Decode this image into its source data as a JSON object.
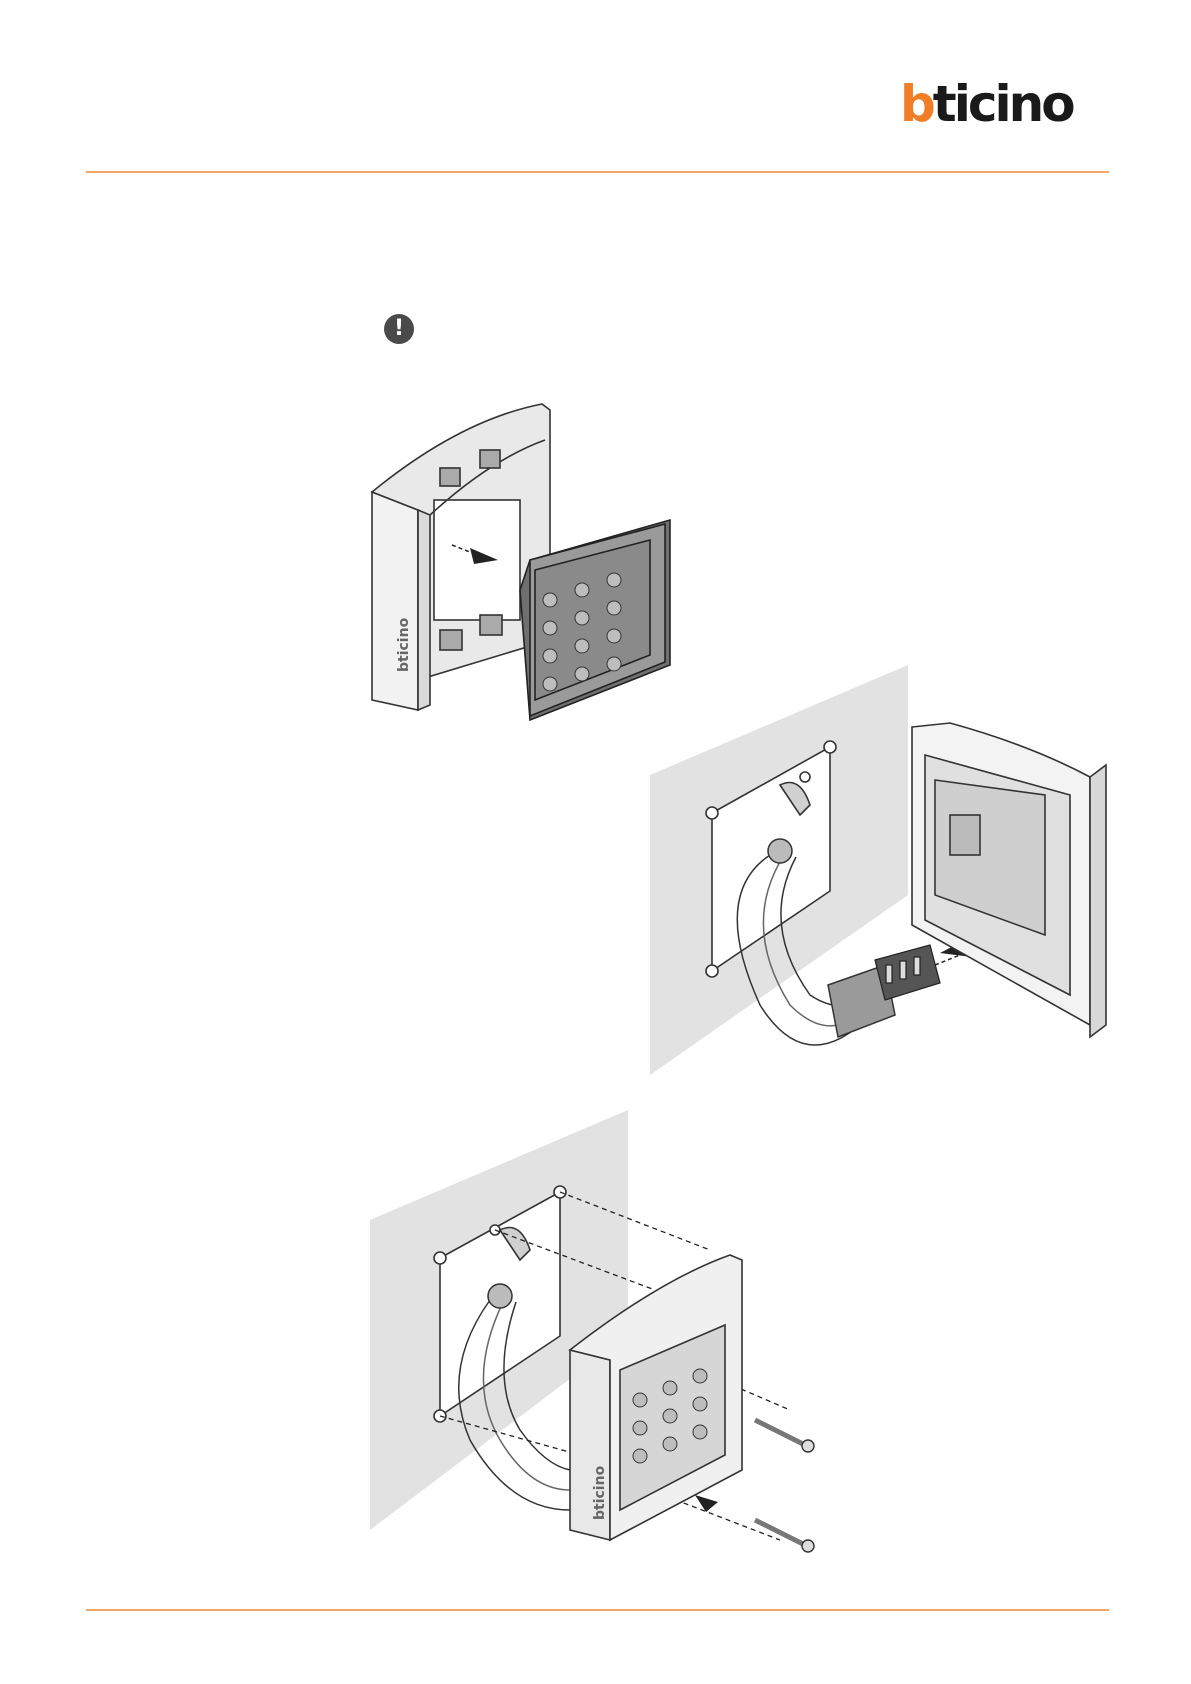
{
  "header": {
    "logo_b": "b",
    "logo_rest": "ticino",
    "rule_color": "#f0a868"
  },
  "notice": {
    "icon": "exclamation-icon",
    "glyph": "!"
  },
  "figures": {
    "brand_mark": "bticino"
  },
  "colors": {
    "accent": "#f07e26",
    "wall": "#e2e2e2",
    "metal": "#d8d8d8",
    "dark": "#555555"
  }
}
